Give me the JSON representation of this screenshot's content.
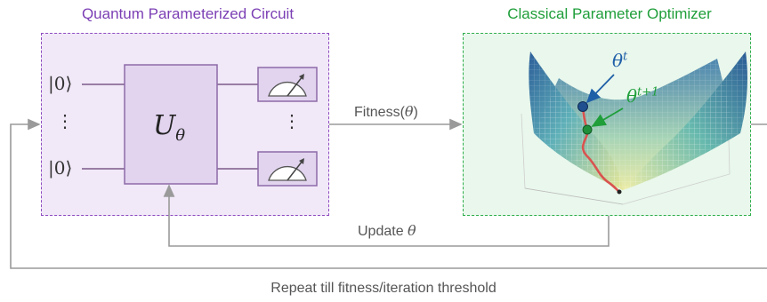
{
  "quantum": {
    "title": "Quantum Parameterized Circuit",
    "ket_top": "|0⟩",
    "ket_bottom": "|0⟩",
    "dots_left": "⋮",
    "dots_right": "⋮",
    "gate_base": "U",
    "gate_sub": "θ"
  },
  "classical": {
    "title": "Classical Parameter Optimizer",
    "theta_t": "θ",
    "theta_t_sup": "t",
    "theta_t1": "θ",
    "theta_t1_sup": "t+1"
  },
  "edges": {
    "fitness_text": "Fitness(",
    "fitness_theta": "θ",
    "fitness_close": ")",
    "update_text": "Update ",
    "update_theta": "θ",
    "repeat": "Repeat till fitness/iteration threshold"
  },
  "colors": {
    "quantum_accent": "#7b3fb4",
    "classical_accent": "#1f9e3a",
    "arrow": "#9a9a9a"
  }
}
